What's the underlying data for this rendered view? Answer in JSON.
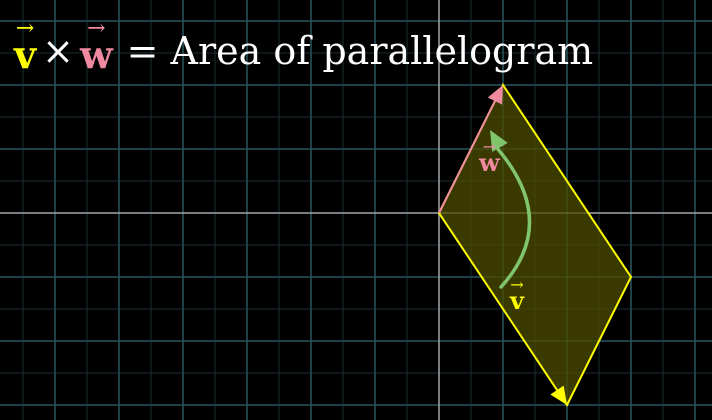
{
  "colors": {
    "background": "#000000",
    "grid_major": "#29555f",
    "grid_minor": "#1b2e33",
    "axis": "#9a9a9a",
    "v": "#ffff00",
    "w": "#f08aa0",
    "rotation_arrow": "#80c46c",
    "parallelogram_fill": "#4c4c00",
    "text": "#ffffff"
  },
  "title": {
    "v_symbol": "v",
    "w_symbol": "w",
    "vector_arrow": "→",
    "operator": "×",
    "equals": "=",
    "text": "Area of parallelogram"
  },
  "labels": {
    "v": "v",
    "w": "w"
  },
  "icons": {
    "rotation": "curved-arrow-icon"
  },
  "vectors": {
    "v": [
      2,
      -3
    ],
    "w": [
      1,
      2
    ]
  }
}
